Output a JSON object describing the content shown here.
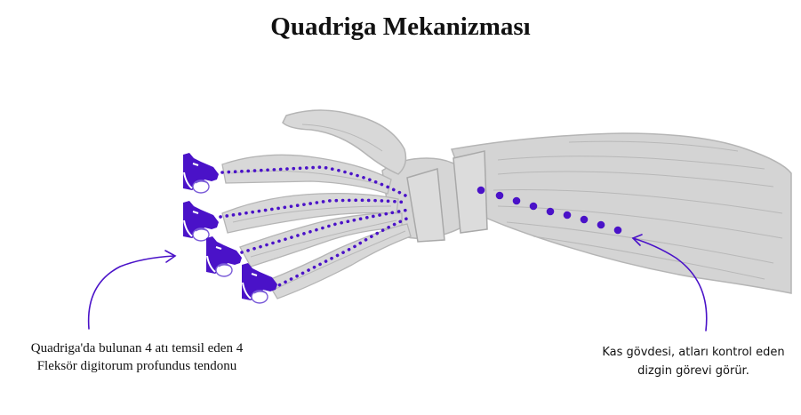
{
  "title": "Quadriga Mekanizması",
  "caption_left": {
    "line1": "Quadriga'da bulunan 4 atı temsil eden 4",
    "line2": "Fleksör digitorum profundus tendonu"
  },
  "caption_right": {
    "line1": "Kas gövdesi, atları kontrol eden",
    "line2": "dizgin görevi görür."
  },
  "colors": {
    "accent": "#4a12c8",
    "anatomy": "#d4d4d4",
    "anatomy_line": "#b2b2b2",
    "text": "#111111"
  },
  "icons": [
    "horse-head-icon",
    "curved-arrow-icon"
  ]
}
